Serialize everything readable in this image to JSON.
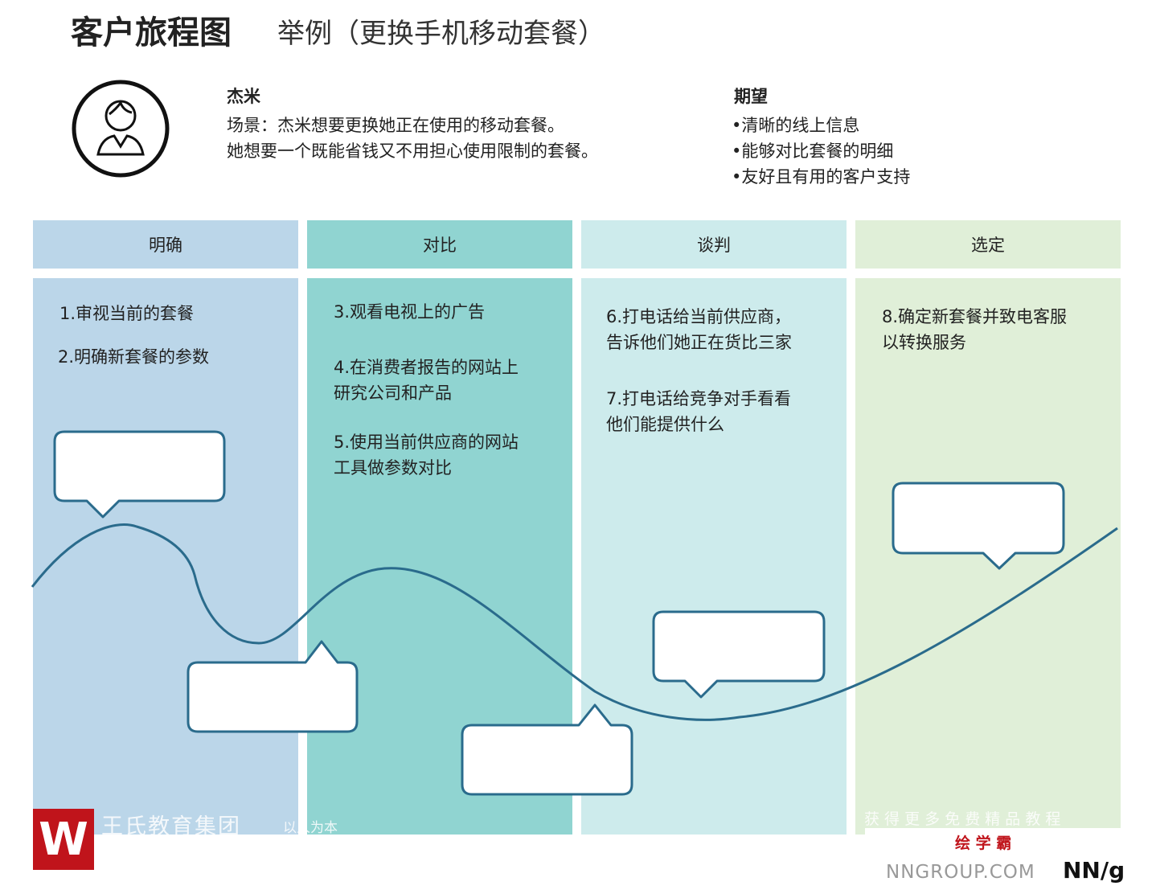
{
  "title": "客户旅程图",
  "subtitle": "举例（更换手机移动套餐）",
  "persona": {
    "name": "杰米",
    "scenario_line1": "场景：杰米想要更换她正在使用的移动套餐。",
    "scenario_line2": "她想要一个既能省钱又不用担心使用限制的套餐。",
    "icon": "person-icon"
  },
  "expectations": {
    "title": "期望",
    "items": [
      "•清晰的线上信息",
      "•能够对比套餐的明细",
      "•友好且有用的客户支持"
    ]
  },
  "phases": [
    {
      "label": "明确",
      "color": "#bbd6e9",
      "steps": [
        "1.审视当前的套餐",
        "2.明确新套餐的参数"
      ]
    },
    {
      "label": "对比",
      "color": "#90d4d1",
      "steps": [
        "3.观看电视上的广告",
        "4.在消费者报告的网站上\n研究公司和产品",
        "5.使用当前供应商的网站\n工具做参数对比"
      ]
    },
    {
      "label": "谈判",
      "color": "#cdebec",
      "steps": [
        "6.打电话给当前供应商，\n告诉他们她正在货比三家",
        "7.打电话给竞争对手看看\n他们能提供什么"
      ]
    },
    {
      "label": "选定",
      "color": "#e0efd8",
      "steps": [
        "8.确定新套餐并致电客服\n以转换服务"
      ]
    }
  ],
  "curve_color": "#2a6b8c",
  "watermark": {
    "org": "王氏教育集团",
    "slogan": "以人为本",
    "promo": "获 得 更 多 免 费 精 品 教 程",
    "brand": "绘 学 霸"
  },
  "footer": {
    "site": "NNGROUP.COM",
    "logo": "NN/g"
  }
}
